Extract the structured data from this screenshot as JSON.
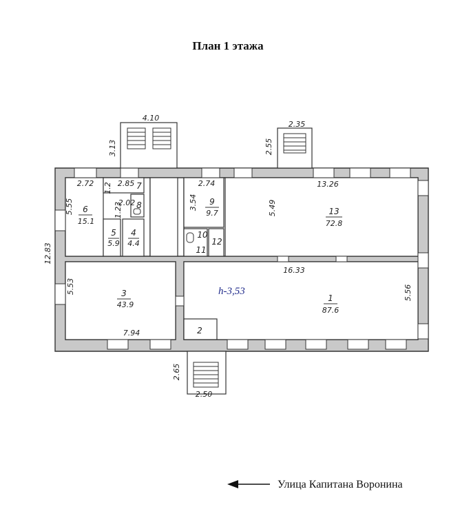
{
  "title": "План 1 этажа",
  "street": "Улица Капитана Воронина",
  "height_label": "h-3,53",
  "colors": {
    "wall_fill": "#c9c9c9",
    "ink": "#222222",
    "accent_blue": "#1f2a8a"
  },
  "icons": {
    "street_arrow": "arrow-left-icon"
  },
  "rooms": [
    {
      "num": "1",
      "area": "87.6"
    },
    {
      "num": "2",
      "area": ""
    },
    {
      "num": "3",
      "area": "43.9"
    },
    {
      "num": "4",
      "area": "4.4"
    },
    {
      "num": "5",
      "area": "5.9"
    },
    {
      "num": "6",
      "area": "15.1"
    },
    {
      "num": "7",
      "area": ""
    },
    {
      "num": "8",
      "area": ""
    },
    {
      "num": "9",
      "area": "9.7"
    },
    {
      "num": "10",
      "area": ""
    },
    {
      "num": "11",
      "area": ""
    },
    {
      "num": "12",
      "area": ""
    },
    {
      "num": "13",
      "area": "72.8"
    }
  ],
  "dims": {
    "d_410": "4.10",
    "d_313": "3.13",
    "d_235": "2.35",
    "d_255": "2.55",
    "d_272": "2.72",
    "d_285": "2.85",
    "d_12": "1.2",
    "d_202": "2.02",
    "d_123": "1.23",
    "d_555": "5.55",
    "d_274": "2.74",
    "d_1326": "13.26",
    "d_354": "3.54",
    "d_549": "5.49",
    "d_1283": "12.83",
    "d_1633": "16.33",
    "d_553": "5.53",
    "d_556": "5.56",
    "d_794": "7.94",
    "d_265": "2.65",
    "d_250": "2.50"
  }
}
